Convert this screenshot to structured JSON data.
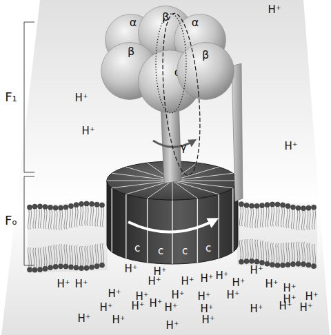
{
  "diagram": {
    "nodes": [
      {
        "text": [
          "α"
        ]
      },
      {
        "text": [
          "β"
        ]
      },
      {
        "text": [
          "α"
        ]
      },
      {
        "text": [
          "β"
        ]
      },
      {
        "text": [
          "α"
        ]
      },
      {
        "text": [
          "β"
        ]
      }
    ],
    "labels": [
      "F₁",
      "Fₒ",
      "γ",
      "c",
      "c",
      "c",
      "c",
      "H⁺",
      "H⁺",
      "H⁺",
      "H⁺",
      "H⁺",
      "H⁺",
      "H⁺",
      "H⁺",
      "H⁺",
      "H⁺",
      "H⁺",
      "H⁺",
      "H⁺",
      "H⁺",
      "H⁺",
      "H⁺",
      "H⁺",
      "H⁺",
      "H⁺",
      "H⁺",
      "H⁺",
      "H⁺",
      "H⁺",
      "H⁺",
      "H⁺",
      "H⁺",
      "H⁺",
      "H⁺",
      "H⁺",
      "H⁺",
      "H⁺",
      "H⁺",
      "H⁺",
      "H⁺",
      "H⁺"
    ]
  }
}
